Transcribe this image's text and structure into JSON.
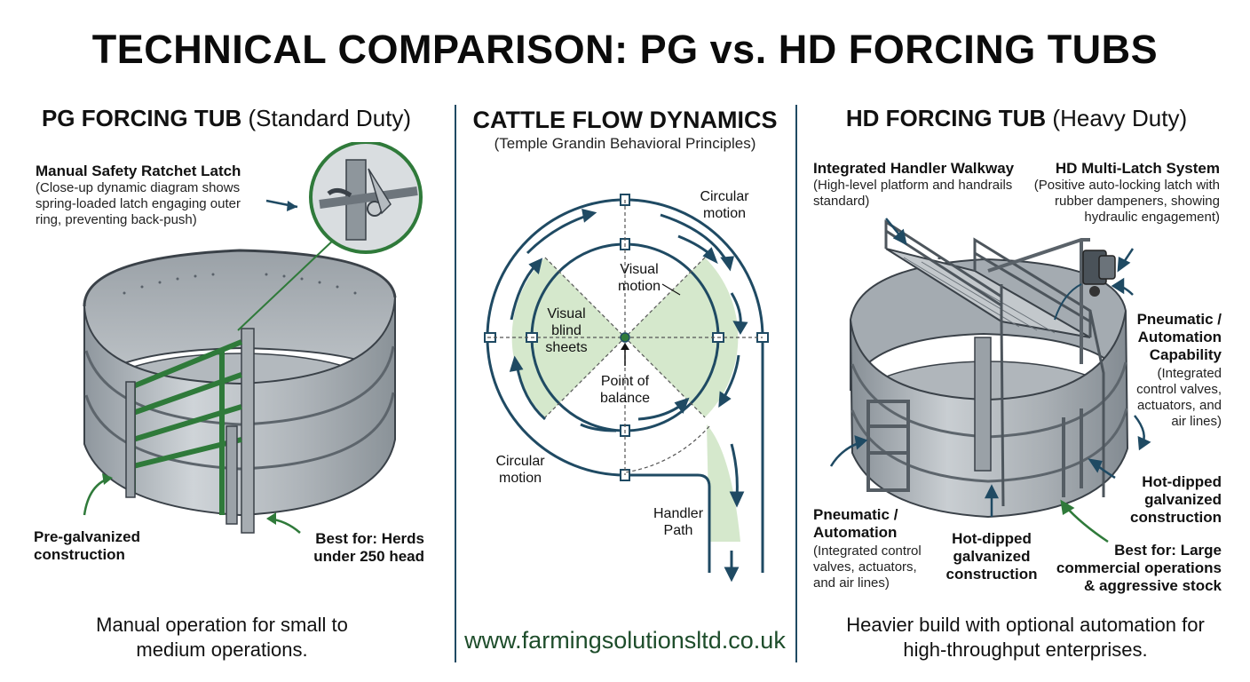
{
  "title": "TECHNICAL COMPARISON: PG vs. HD FORCING TUBS",
  "left": {
    "title_bold": "PG FORCING TUB",
    "title_rest": "(Standard Duty)",
    "latch": {
      "heading": "Manual Safety Ratchet Latch",
      "desc": "(Close-up dynamic diagram shows spring-loaded latch engaging outer ring, preventing back-push)"
    },
    "pregalv": "Pre-galvanized construction",
    "best_for": "Best for: Herds under 250 head",
    "footer": "Manual operation for small to medium operations."
  },
  "center": {
    "title": "CATTLE FLOW DYNAMICS",
    "subtitle": "(Temple Grandin Behavioral Principles)",
    "labels": {
      "circular_motion_top_1": "Circular",
      "circular_motion_top_2": "motion",
      "visual_motion_1": "Visual",
      "visual_motion_2": "motion",
      "visual_blind_1": "Visual",
      "visual_blind_2": "blind",
      "visual_blind_3": "sheets",
      "point_balance_1": "Point of",
      "point_balance_2": "balance",
      "circular_motion_bottom_1": "Circular",
      "circular_motion_bottom_2": "motion",
      "handler_path_1": "Handler",
      "handler_path_2": "Path"
    },
    "url": "www.farmingsolutionsltd.co.uk"
  },
  "right": {
    "title_bold": "HD FORCING TUB",
    "title_rest": "(Heavy Duty)",
    "walkway": {
      "heading": "Integrated Handler Walkway",
      "desc": "(High-level platform and handrails standard)"
    },
    "multilatch": {
      "heading": "HD Multi-Latch System",
      "desc": "(Positive auto-locking latch with rubber dampeners, showing hydraulic engagement)"
    },
    "pneumatic_right": {
      "heading": "Pneumatic / Automation Capability",
      "desc": "(Integrated control valves, actuators, and air lines)"
    },
    "pneumatic_left": {
      "heading": "Pneumatic / Automation",
      "desc": "(Integrated control valves, actuators, and air lines)"
    },
    "hotdip_center": "Hot-dipped galvanized construction",
    "hotdip_right": "Hot-dipped galvanized construction",
    "best_for": "Best for: Large commercial operations & aggressive stock",
    "footer": "Heavier build with optional automation for high-throughput enterprises."
  },
  "colors": {
    "navy": "#1f4a63",
    "green": "#2f7a3a",
    "light_green": "#d5e8cc",
    "steel": "#b8bec3"
  }
}
